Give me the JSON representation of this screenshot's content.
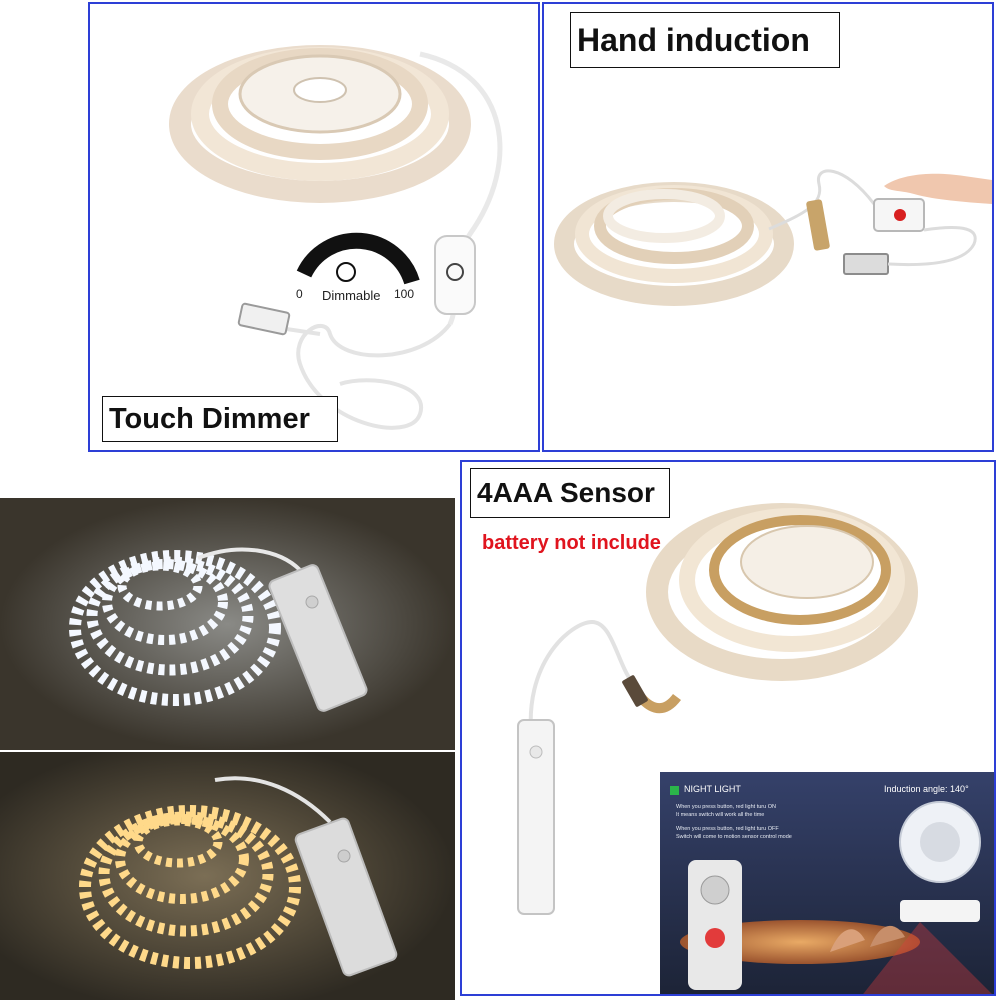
{
  "panels": {
    "touch_dimmer": {
      "label": "Touch Dimmer",
      "dial_min": "0",
      "dial_text": "Dimmable",
      "dial_max": "100"
    },
    "hand_induction": {
      "label": "Hand induction"
    },
    "sensor": {
      "label": "4AAA Sensor",
      "note": "battery not include",
      "inset": {
        "title": "NIGHT LIGHT",
        "angle": "Induction angle: 140°",
        "line1": "When you press button, red light turu ON",
        "line2": "It means switch will work all the time",
        "line3": "When you press button, red light turu OFF",
        "line4": "Switch will come to motion sensor control mode"
      }
    }
  },
  "colors": {
    "frame_blue": "#2d3fd6",
    "warning_red": "#e0141e",
    "cool_white": "#f4f8ff",
    "warm_white": "#ffd98a"
  }
}
